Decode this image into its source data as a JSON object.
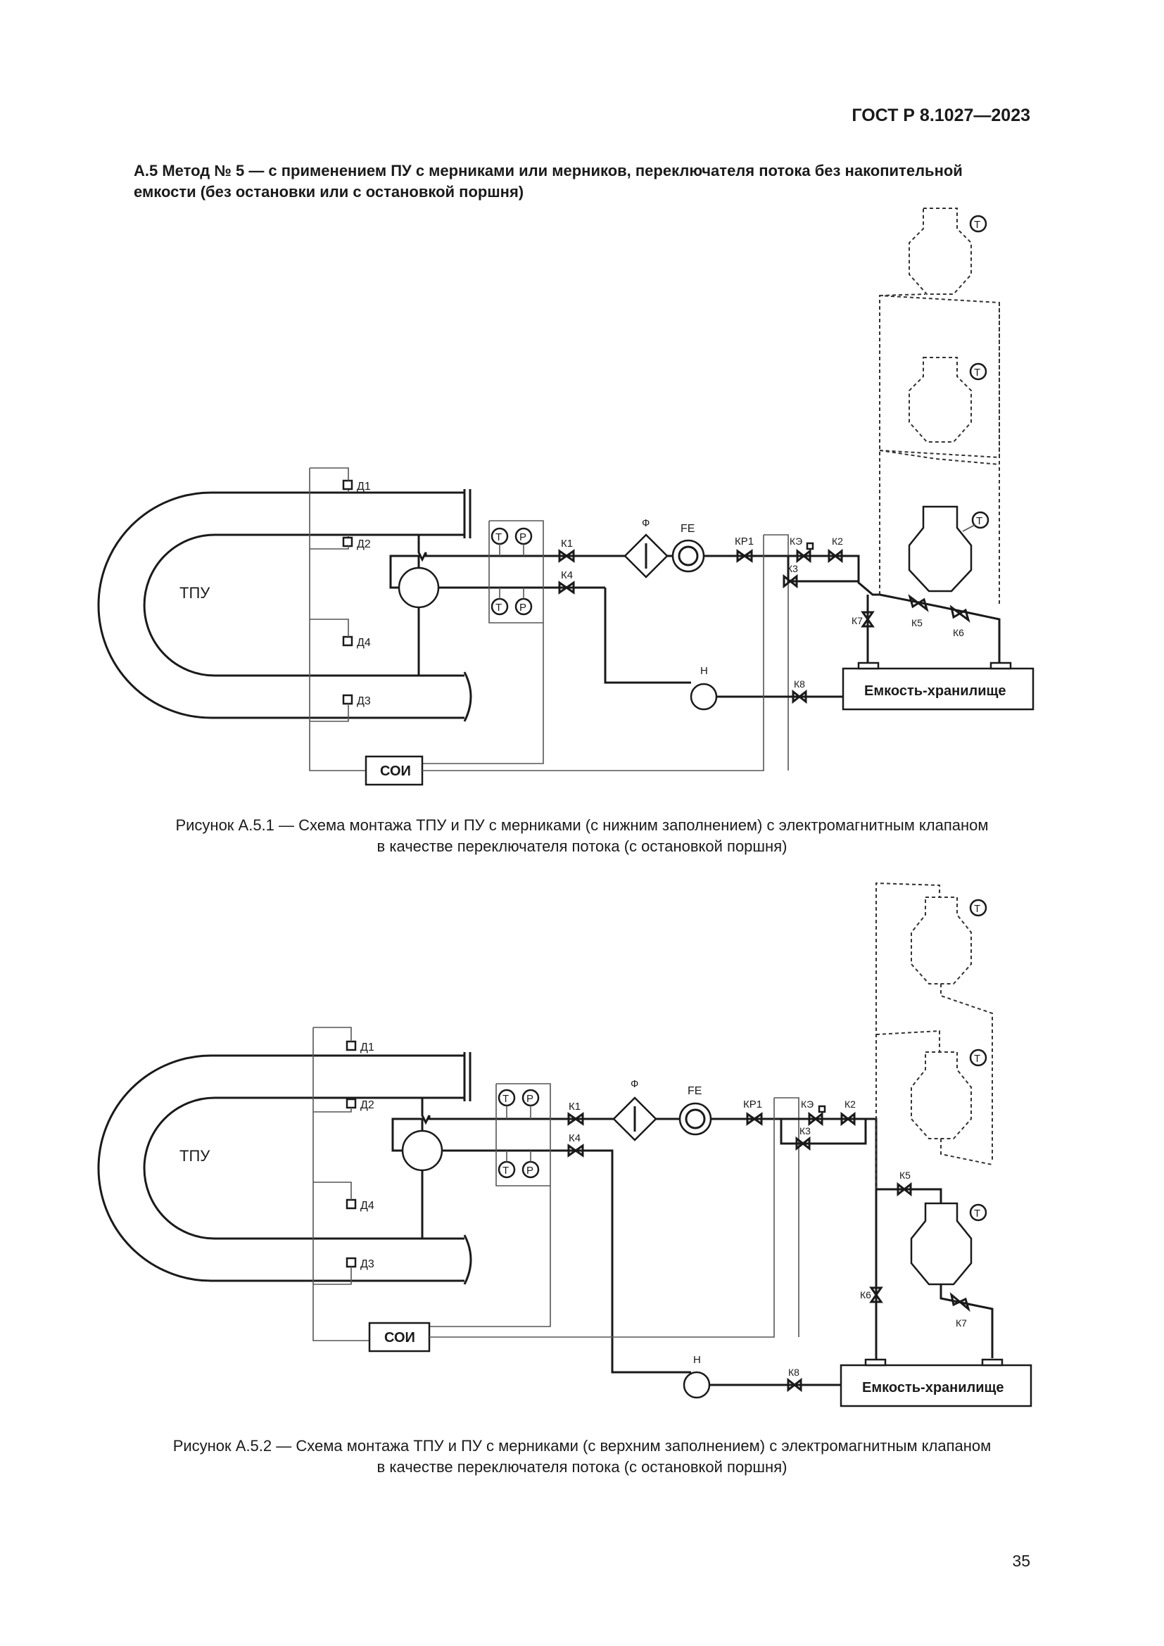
{
  "header": {
    "doc_code": "ГОСТ Р 8.1027—2023"
  },
  "section": {
    "heading": "А.5 Метод № 5 — с применением ПУ с мерниками или мерников, переключателя потока без накопительной емкости (без остановки или с остановкой поршня)"
  },
  "figure1": {
    "caption_line1": "Рисунок А.5.1 — Схема монтажа ТПУ и ПУ с мерниками (с нижним заполнением) с электромагнитным клапаном",
    "caption_line2": "в качестве переключателя потока (с остановкой поршня)",
    "labels": {
      "prover": "ТПУ",
      "d1": "Д1",
      "d2": "Д2",
      "d3": "Д3",
      "d4": "Д4",
      "t": "T",
      "p": "P",
      "k1": "К1",
      "k2": "К2",
      "k3": "К3",
      "k4": "К4",
      "k5": "К5",
      "k6": "К6",
      "k7": "К7",
      "k8": "К8",
      "ke": "КЭ",
      "filter": "Ф",
      "flowmeter": "FE",
      "kr1": "КР1",
      "pump": "Н",
      "tank": "Емкость-хранилище",
      "soi": "СОИ"
    }
  },
  "figure2": {
    "caption_line1": "Рисунок А.5.2 — Схема монтажа ТПУ и ПУ с мерниками (с верхним заполнением) с электромагнитным клапаном",
    "caption_line2": "в качестве переключателя потока (с остановкой поршня)",
    "labels": {
      "prover": "ТПУ",
      "d1": "Д1",
      "d2": "Д2",
      "d3": "Д3",
      "d4": "Д4",
      "t": "T",
      "p": "P",
      "k1": "К1",
      "k2": "К2",
      "k3": "К3",
      "k4": "К4",
      "k5": "К5",
      "k6": "К6",
      "k7": "К7",
      "k8": "К8",
      "ke": "КЭ",
      "filter": "Ф",
      "flowmeter": "FE",
      "kr1": "КР1",
      "pump": "Н",
      "tank": "Емкость-хранилище",
      "soi": "СОИ"
    }
  },
  "footer": {
    "page_number": "35"
  }
}
